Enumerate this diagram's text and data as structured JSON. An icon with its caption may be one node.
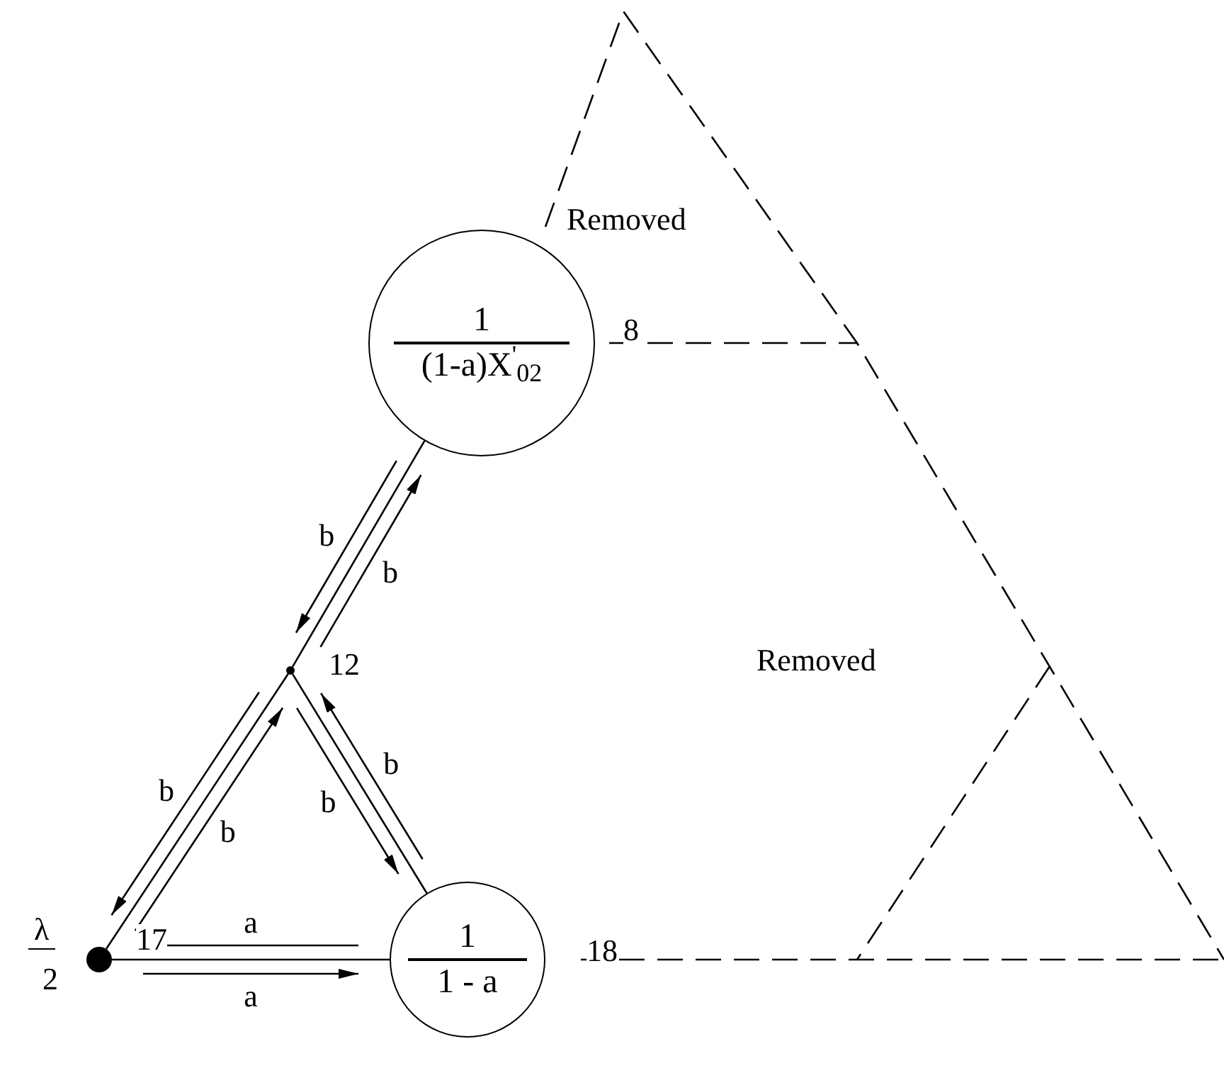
{
  "diagram": {
    "nodes": [
      {
        "text": [
          "1",
          "(1-a)X$^{'}$$_{02}$"
        ],
        "beside": [
          "8"
        ]
      },
      {
        "text": [],
        "shape": "circle",
        "beside": [
          "12"
        ]
      },
      {
        "text": [],
        "shape": "circle",
        "beside": [
          "17"
        ]
      },
      {
        "text": [
          "1",
          "1 - a"
        ],
        "beside": [
          "18"
        ]
      }
    ],
    "edges": [
      {
        "from": 0,
        "to": 1,
        "arrow": "none"
      },
      {
        "from": 1,
        "to": 2,
        "arrow": "none"
      },
      {
        "from": 1,
        "to": 3,
        "arrow": "none"
      },
      {
        "from": 2,
        "to": 3,
        "arrow": "none"
      },
      {
        "from": 0,
        "to": 1,
        "arrow": "to",
        "label": "b"
      },
      {
        "from": 1,
        "to": 0,
        "arrow": "to",
        "label": "b"
      },
      {
        "from": 1,
        "to": 2,
        "arrow": "to",
        "label": "b"
      },
      {
        "from": 2,
        "to": 1,
        "arrow": "to",
        "label": "b"
      },
      {
        "from": 1,
        "to": 3,
        "arrow": "to",
        "label": "b"
      },
      {
        "from": 3,
        "to": 1,
        "arrow": "to",
        "label": "b"
      },
      {
        "from": 3,
        "to": 2,
        "arrow": "to",
        "label": "a"
      },
      {
        "from": 2,
        "to": 3,
        "arrow": "to",
        "label": "a"
      }
    ],
    "labels": [
      "Removed",
      "Removed",
      "λ",
      "2"
    ]
  }
}
